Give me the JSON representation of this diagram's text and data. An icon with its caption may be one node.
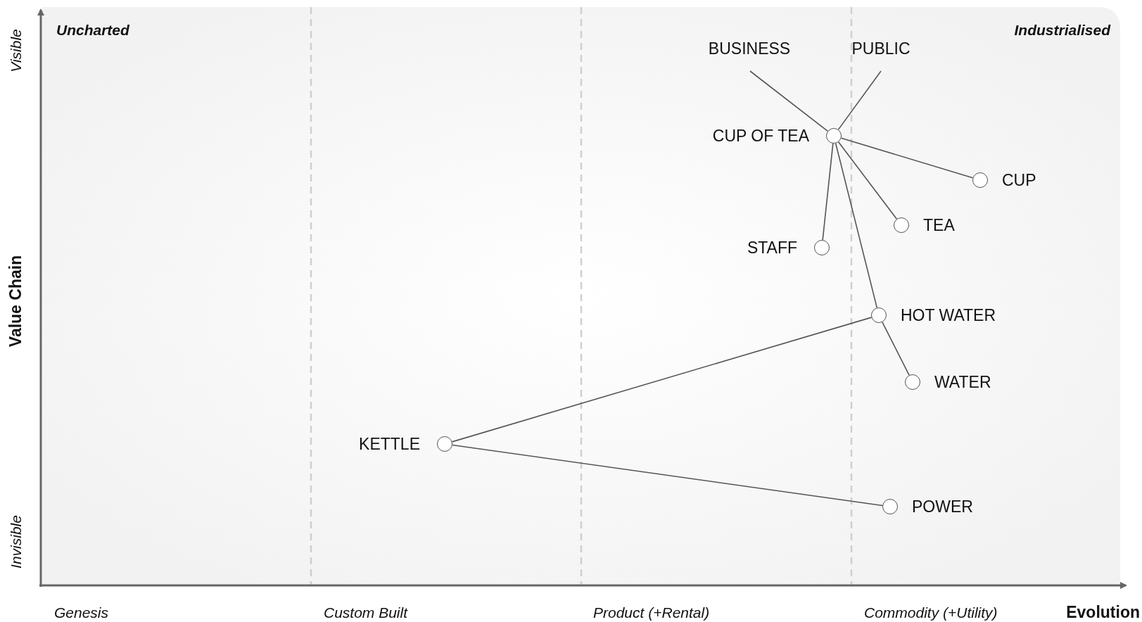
{
  "diagram": {
    "nodes": [
      {
        "text": [
          "BUSINESS"
        ]
      },
      {
        "text": [
          "PUBLIC"
        ]
      },
      {
        "text": [
          "CUP OF TEA"
        ]
      },
      {
        "text": [
          "CUP"
        ]
      },
      {
        "text": [
          "TEA"
        ]
      },
      {
        "text": [
          "STAFF"
        ]
      },
      {
        "text": [
          "HOT WATER"
        ]
      },
      {
        "text": [
          "WATER"
        ]
      },
      {
        "text": [
          "KETTLE"
        ]
      },
      {
        "text": [
          "POWER"
        ]
      }
    ],
    "edges": [
      {
        "from": 0,
        "to": 2,
        "arrow": "none"
      },
      {
        "from": 1,
        "to": 2,
        "arrow": "none"
      },
      {
        "from": 2,
        "to": 3,
        "arrow": "none"
      },
      {
        "from": 2,
        "to": 4,
        "arrow": "none"
      },
      {
        "from": 2,
        "to": 5,
        "arrow": "none"
      },
      {
        "from": 2,
        "to": 6,
        "arrow": "none"
      },
      {
        "from": 6,
        "to": 7,
        "arrow": "none"
      },
      {
        "from": 6,
        "to": 8,
        "arrow": "none"
      },
      {
        "from": 8,
        "to": 9,
        "arrow": "none"
      }
    ],
    "labels": [
      "Uncharted",
      "Industrialised",
      "Visible",
      "Value Chain",
      "Invisible",
      "Genesis",
      "Custom Built",
      "Product (+Rental)",
      "Commodity (+Utility)",
      "Evolution"
    ]
  }
}
